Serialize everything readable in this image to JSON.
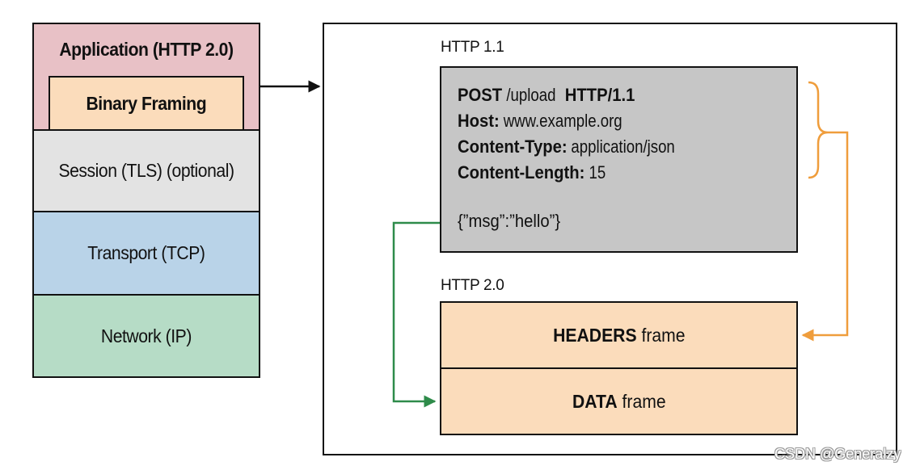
{
  "stack": {
    "application": {
      "label": "Application (HTTP 2.0)",
      "color": "#e8c1c6"
    },
    "binary_framing": {
      "label": "Binary Framing",
      "color": "#fbdcbb"
    },
    "session": {
      "label": "Session (TLS) (optional)",
      "color": "#e3e3e3"
    },
    "transport": {
      "label": "Transport (TCP)",
      "color": "#b9d3e8"
    },
    "network": {
      "label": "Network (IP)",
      "color": "#b6dcc6"
    }
  },
  "http11": {
    "caption": "HTTP 1.1",
    "lines": [
      {
        "key": "POST",
        "value": " /upload ",
        "extra": "HTTP/1.1"
      },
      {
        "key": "Host:",
        "value": " www.example.org"
      },
      {
        "key": "Content-Type:",
        "value": " application/json"
      },
      {
        "key": "Content-Length:",
        "value": " 15"
      }
    ],
    "body": "{”msg”:”hello”}"
  },
  "http20": {
    "caption": "HTTP 2.0",
    "headers_frame": {
      "bold": "HEADERS",
      "rest": " frame"
    },
    "data_frame": {
      "bold": "DATA",
      "rest": " frame"
    }
  },
  "colors": {
    "headers_arrow": "#ef9d3c",
    "data_arrow": "#2e8b4a"
  },
  "watermark": "CSDN @Generalzy"
}
